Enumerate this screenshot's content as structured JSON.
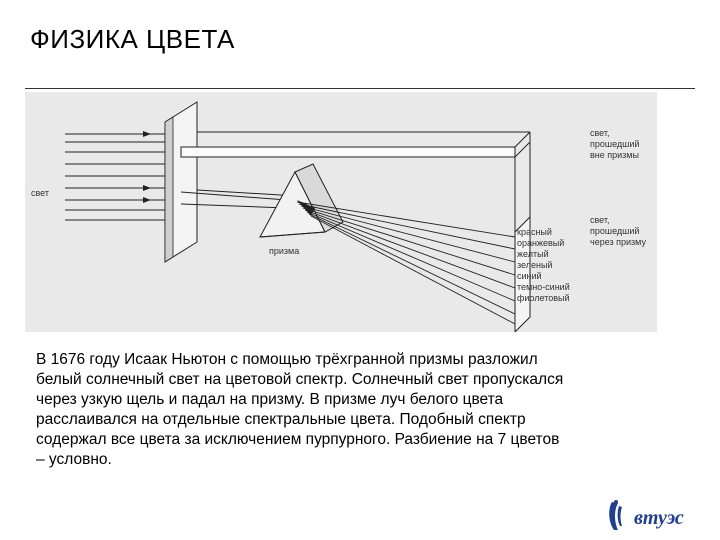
{
  "slide": {
    "title": "ФИЗИКА ЦВЕТА",
    "body_lines": [
      "В 1676 году Исаак Ньютон с помощью трёхгранной призмы разложил",
      "белый солнечный свет на цветовой спектр. Солнечный свет пропускался",
      "через узкую щель и падал на призму. В призме луч белого цвета",
      "расслаивался на отдельные спектральные цвета. Подобный спектр",
      "содержал все цвета за исключением пурпурного. Разбиение на 7 цветов",
      "– условно."
    ]
  },
  "figure": {
    "light_label": "свет",
    "prism_label": "призма",
    "outside_label_lines": [
      "свет,",
      "прошедший",
      "вне призмы"
    ],
    "through_label_lines": [
      "свет,",
      "прошедший",
      "через призму"
    ],
    "spectrum_colors": [
      "красный",
      "оранжевый",
      "желтый",
      "зеленый",
      "синий",
      "темно-синий",
      "фиолетовый"
    ]
  },
  "logo": {
    "text": "ВТУЭС",
    "icon": "logo-emblem-icon"
  }
}
